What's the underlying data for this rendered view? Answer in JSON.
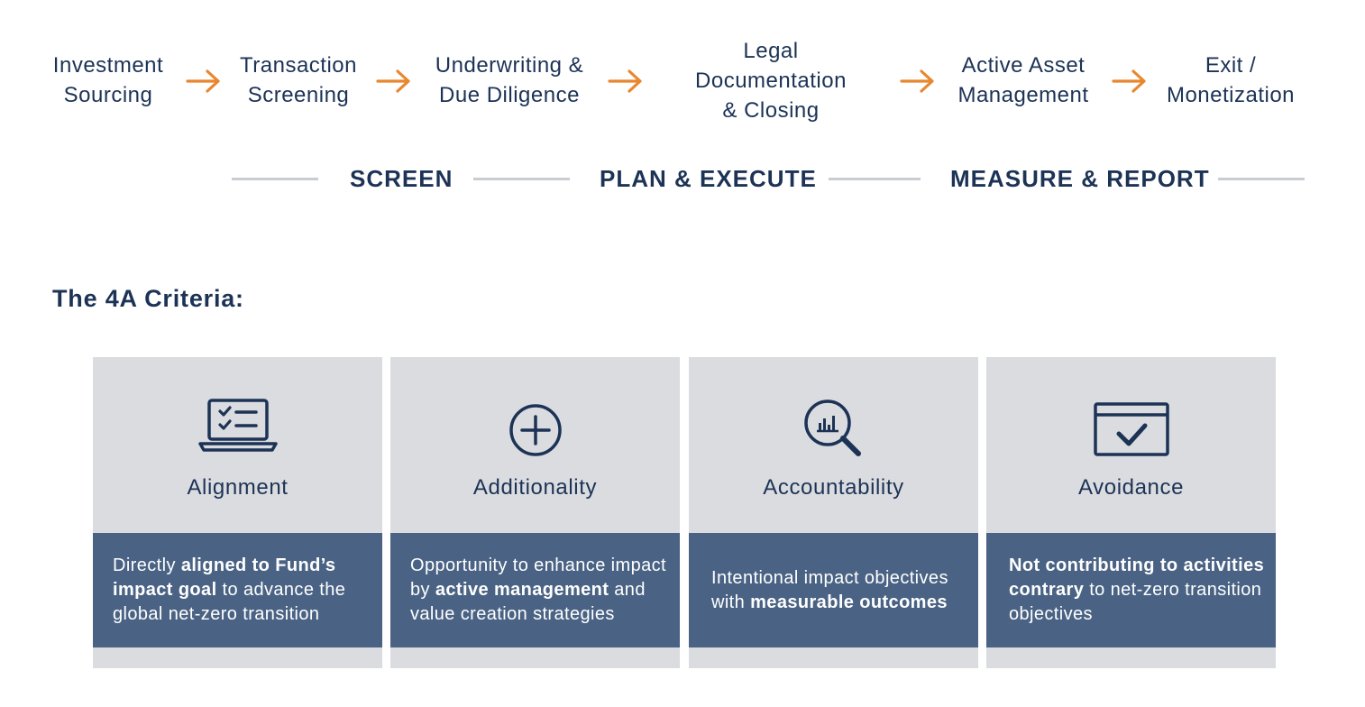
{
  "process": {
    "steps": [
      {
        "lines": [
          "Investment",
          "Sourcing"
        ]
      },
      {
        "lines": [
          "Transaction",
          "Screening"
        ]
      },
      {
        "lines": [
          "Underwriting &",
          "Due Diligence"
        ]
      },
      {
        "lines": [
          "Legal",
          "Documentation",
          "& Closing"
        ]
      },
      {
        "lines": [
          "Active Asset",
          "Management"
        ]
      },
      {
        "lines": [
          "Exit /",
          "Monetization"
        ]
      }
    ],
    "arrow_color": "#e8872e"
  },
  "phases": [
    "SCREEN",
    "PLAN & EXECUTE",
    "MEASURE & REPORT"
  ],
  "criteria_title": "The 4A Criteria:",
  "criteria": [
    {
      "title": "Alignment",
      "icon": "laptop-checklist-icon",
      "desc": [
        {
          "t": "Directly ",
          "b": false
        },
        {
          "t": "aligned to Fund’s impact goal",
          "b": true
        },
        {
          "t": " to advance the global net-zero transition",
          "b": false
        }
      ]
    },
    {
      "title": "Additionality",
      "icon": "plus-circle-icon",
      "desc": [
        {
          "t": "Opportunity to enhance impact by ",
          "b": false
        },
        {
          "t": "active management",
          "b": true
        },
        {
          "t": " and value creation strategies",
          "b": false
        }
      ]
    },
    {
      "title": "Accountability",
      "icon": "magnifier-chart-icon",
      "desc": [
        {
          "t": "Intentional impact objectives with ",
          "b": false
        },
        {
          "t": "measurable outcomes",
          "b": true
        }
      ]
    },
    {
      "title": "Avoidance",
      "icon": "browser-check-icon",
      "desc": [
        {
          "t": "Not contributing to activities contrary",
          "b": true
        },
        {
          "t": " to net-zero transition objectives",
          "b": false
        }
      ]
    }
  ],
  "colors": {
    "navy": "#1c3356",
    "orange": "#e8872e",
    "card_bg": "#dbdcdf",
    "desc_bg": "#4a6384",
    "divider": "#c9ccd1"
  }
}
